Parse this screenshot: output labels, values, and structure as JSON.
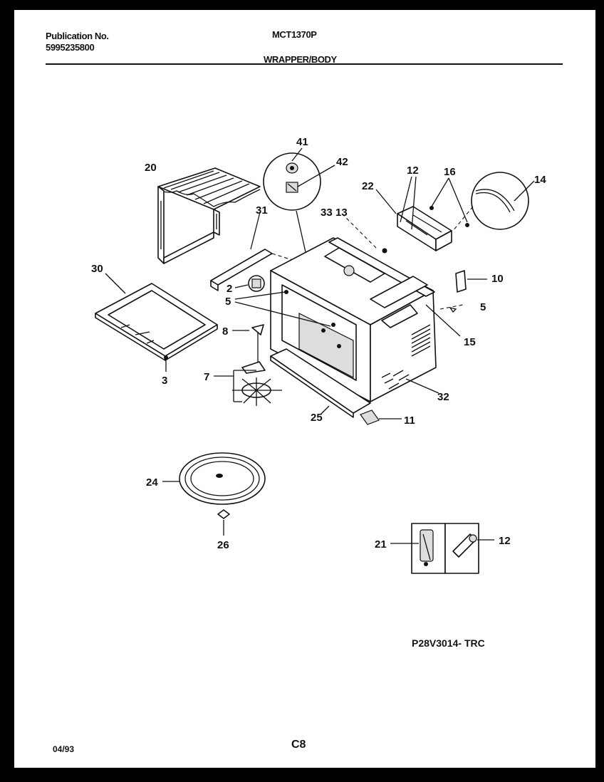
{
  "header": {
    "publication_label": "Publication No.",
    "publication_number": "5995235800",
    "model": "MCT1370P",
    "section": "WRAPPER/BODY"
  },
  "callouts": {
    "c41": "41",
    "c42": "42",
    "c20": "20",
    "c31": "31",
    "c33": "33",
    "c13": "13",
    "c22": "22",
    "c12a": "12",
    "c16": "16",
    "c14": "14",
    "c30": "30",
    "c2": "2",
    "c5a": "5",
    "c5b": "5",
    "c10": "10",
    "c8": "8",
    "c15": "15",
    "c3": "3",
    "c7": "7",
    "c32": "32",
    "c25": "25",
    "c11": "11",
    "c24": "24",
    "c26": "26",
    "c21": "21",
    "c12b": "12"
  },
  "footer": {
    "drawing_code": "P28V3014- TRC",
    "date": "04/93",
    "page": "C8"
  }
}
